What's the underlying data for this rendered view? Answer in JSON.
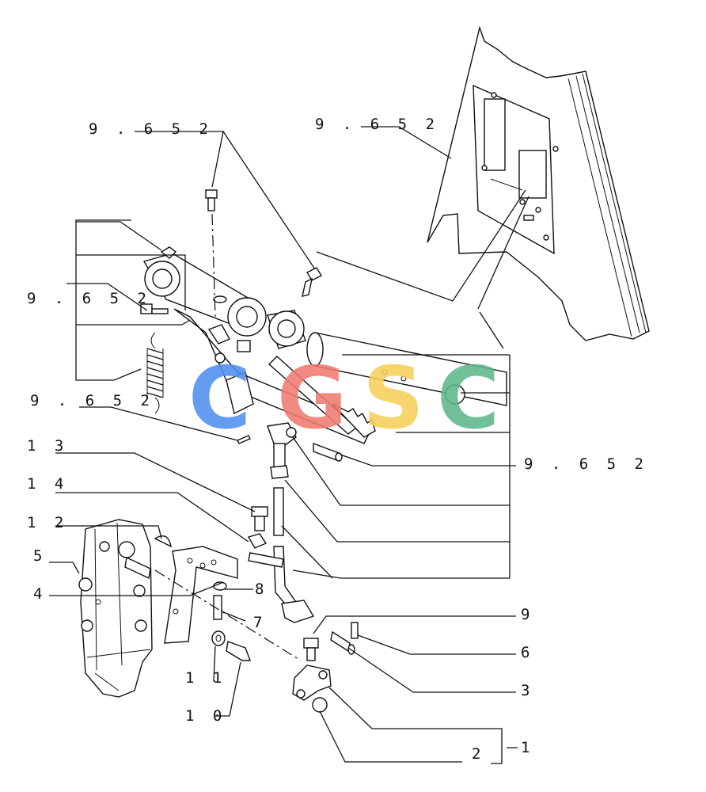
{
  "diagram": {
    "labels": {
      "ref_top_left": "9 . 6 5 2",
      "ref_top_right": "9 . 6 5 2",
      "ref_mid_left": "9 . 6 5 2",
      "ref_lower_left": "9 . 6 5 2",
      "ref_right": "9 . 6 5 2",
      "p13": "1 3",
      "p14": "1 4",
      "p12": "1 2",
      "p5": "5",
      "p4": "4",
      "p8": "8",
      "p7": "7",
      "p11": "1 1",
      "p10": "1 0",
      "p9": "9",
      "p6": "6",
      "p3": "3",
      "p2": "2",
      "p1": "1"
    },
    "watermark": {
      "letters": [
        "C",
        "G",
        "S",
        "C"
      ],
      "colors": [
        "#4f8ff0",
        "#f07a70",
        "#f7d05a",
        "#5fb88a"
      ]
    }
  }
}
